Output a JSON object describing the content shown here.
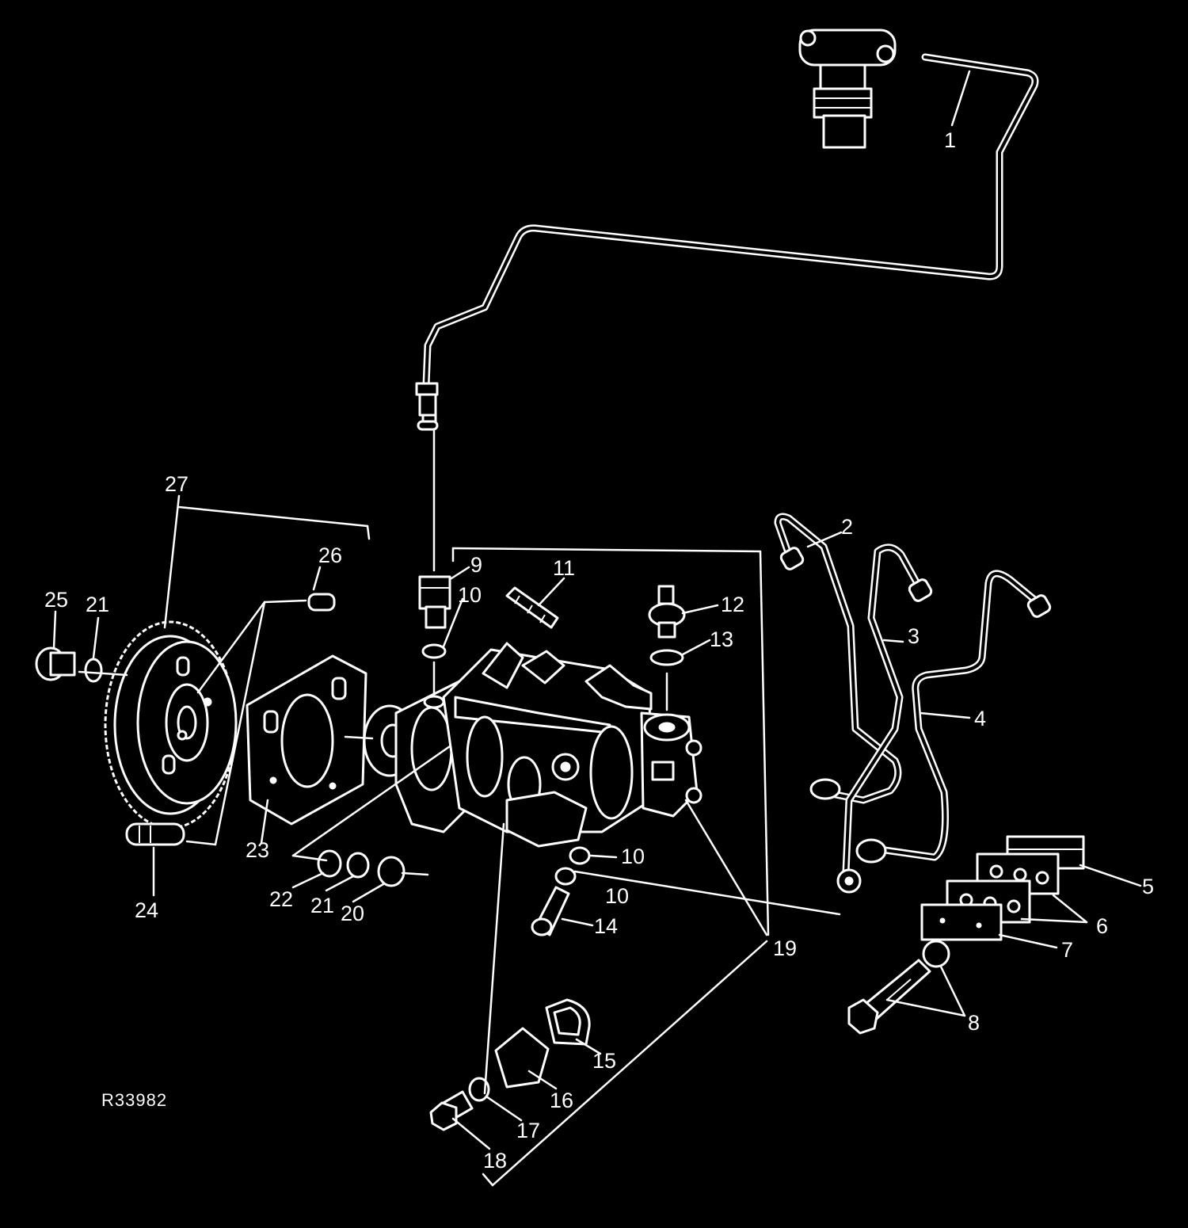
{
  "diagram": {
    "reference_code": "R33982",
    "background_color": "#000000",
    "line_color": "#ffffff",
    "callouts": [
      "1",
      "2",
      "3",
      "4",
      "5",
      "6",
      "7",
      "8",
      "9",
      "10",
      "10",
      "10",
      "11",
      "12",
      "13",
      "14",
      "15",
      "16",
      "17",
      "18",
      "19",
      "20",
      "21",
      "21",
      "22",
      "23",
      "24",
      "25",
      "26",
      "27"
    ]
  }
}
